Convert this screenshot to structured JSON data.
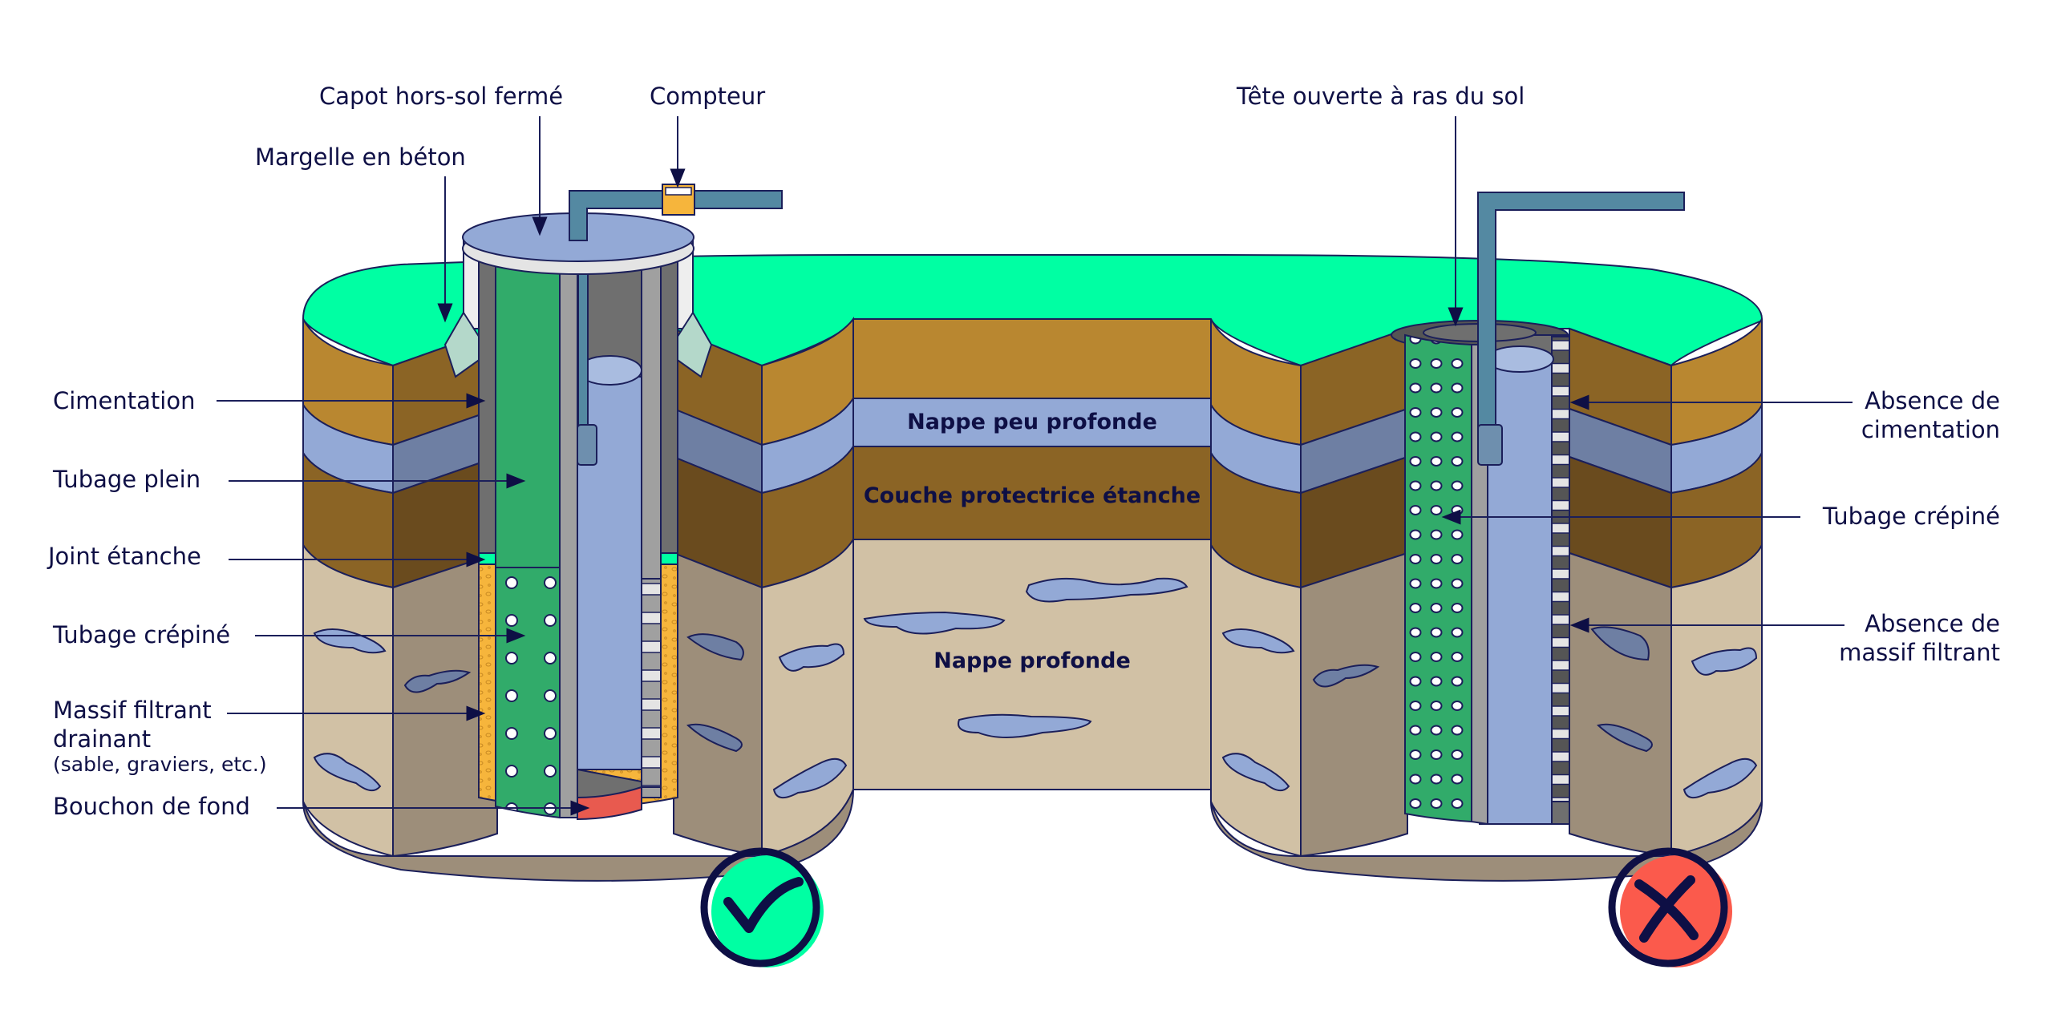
{
  "diagram": {
    "type": "well-construction-comparison",
    "good_well": {
      "verdict": "correct",
      "verdict_icon": "check-icon",
      "labels": {
        "capot": "Capot hors-sol fermé",
        "compteur": "Compteur",
        "margelle": "Margelle en béton",
        "cimentation": "Cimentation",
        "tubage_plein": "Tubage plein",
        "joint": "Joint étanche",
        "tubage_crepine": "Tubage crépiné",
        "massif_line1": "Massif filtrant",
        "massif_line2": "drainant",
        "massif_line3": "(sable, graviers, etc.)",
        "bouchon": "Bouchon de fond"
      }
    },
    "bad_well": {
      "verdict": "incorrect",
      "verdict_icon": "cross-icon",
      "labels": {
        "tete": "Tête ouverte à ras du sol",
        "absence_cim_line1": "Absence de",
        "absence_cim_line2": "cimentation",
        "tubage_crepine": "Tubage crépiné",
        "absence_massif_line1": "Absence de",
        "absence_massif_line2": "massif filtrant"
      }
    },
    "layers": {
      "nappe_peu": "Nappe peu profonde",
      "couche": "Couche protectrice étanche",
      "nappe_profonde": "Nappe profonde"
    },
    "colors": {
      "grass": "#00ffa3",
      "topsoil": "#b98730",
      "topsoil_dark": "#8b6425",
      "shallow_water": "#93a9d6",
      "shallow_water_dark": "#6e7fa3",
      "clay": "#8b6425",
      "clay_dark": "#6a4b1e",
      "deep_soil": "#d1c1a5",
      "deep_soil_dark": "#9d8e7a",
      "casing_green": "#31ab6a",
      "cement_gray": "#6f6f6f",
      "pipe_blue": "#5489a2",
      "gravel_orange": "#f6b53c",
      "plug_red": "#e85a4f",
      "outline": "#1b1f5a",
      "text": "#0e0f45",
      "check_green": "#00ffa3",
      "cross_red": "#fb5a4c"
    }
  }
}
